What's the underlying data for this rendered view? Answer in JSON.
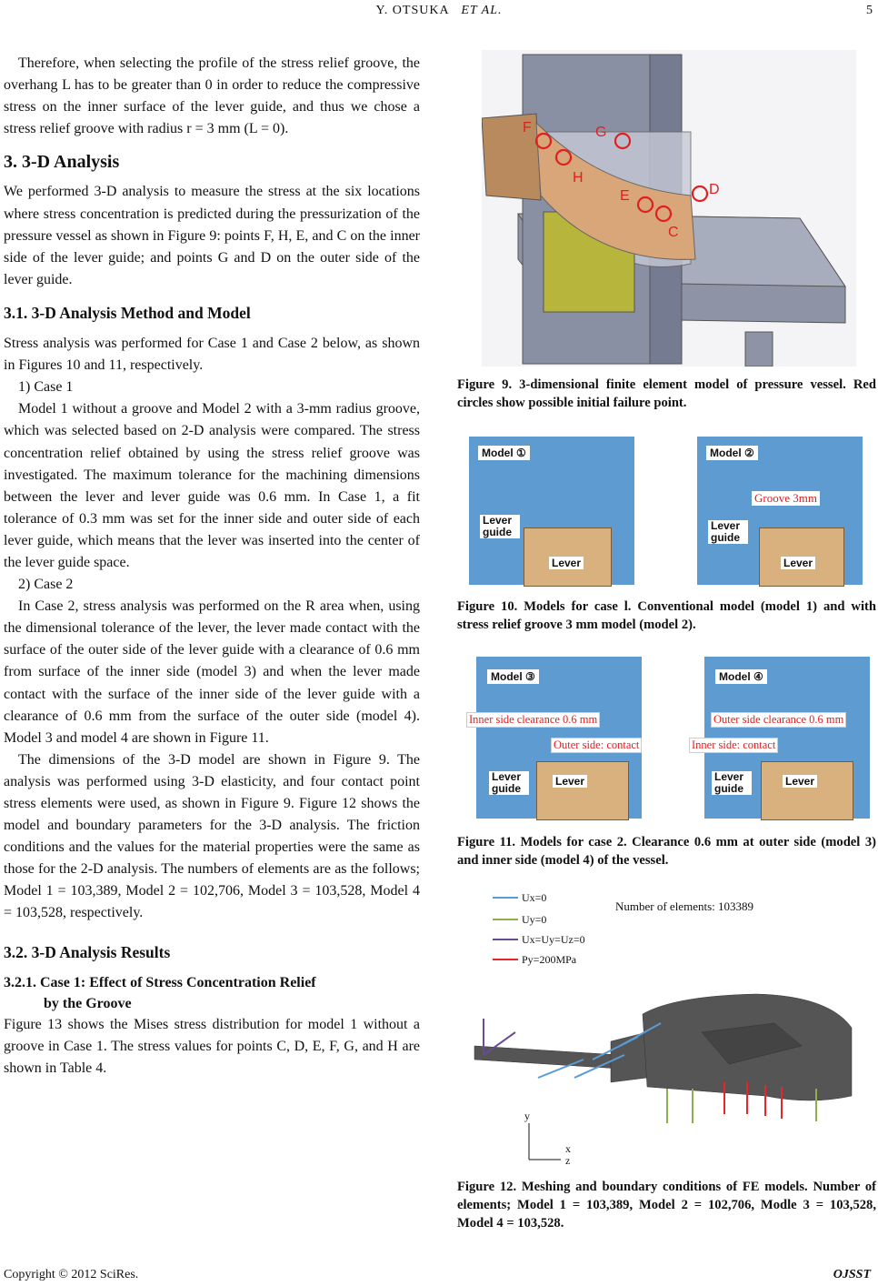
{
  "header": {
    "authors": "Y. OTSUKA",
    "etal": "ET AL.",
    "page": "5"
  },
  "left": {
    "p1": "Therefore, when selecting the profile of the stress relief groove, the overhang L has to be greater than 0 in order to reduce the compressive stress on the inner surface of the lever guide, and thus we chose a stress relief groove with radius r = 3 mm (L = 0).",
    "h_3d": "3. 3-D Analysis",
    "p2": "We performed 3-D analysis to measure the stress at the six locations where stress concentration is predicted during the pressurization of the pressure vessel as shown in Figure 9: points F, H, E, and C on the inner side of the lever guide; and points G and D on the outer side of the lever guide.",
    "h_31": "3.1. 3-D Analysis Method and Model",
    "p3": "Stress analysis was performed for Case 1 and Case 2 below, as shown in Figures 10 and 11, respectively.",
    "case1": "1) Case 1",
    "p4": "Model 1 without a groove and Model 2 with a 3-mm radius groove, which was selected based on 2-D analysis were compared. The stress concentration relief obtained by using the stress relief groove was investigated. The maximum tolerance for the machining dimensions between the lever and lever guide was 0.6 mm. In Case 1, a fit tolerance of 0.3 mm was set for the inner side and outer side of each lever guide, which means that the lever was inserted into the center of the lever guide space.",
    "case2": "2) Case 2",
    "p5": "In Case 2, stress analysis was performed on the R area when, using the dimensional tolerance of the lever, the lever made contact with the surface of the outer side of the lever guide with a clearance of 0.6 mm from surface of the inner side (model 3) and when the lever made contact with the surface of the inner side of the lever guide with a clearance of 0.6 mm from the surface of the outer side (model 4). Model 3 and model 4 are shown in Figure 11.",
    "p6": "The dimensions of the 3-D model are shown in Figure 9. The analysis was performed using 3-D elasticity, and four contact point stress elements were used, as shown in Figure 9. Figure 12 shows the model and boundary parameters for the 3-D analysis. The friction conditions and the values for the material properties were the same as those for the 2-D analysis. The numbers of elements are as the follows; Model 1 = 103,389, Model 2 = 102,706, Model 3 = 103,528, Model 4 = 103,528, respectively.",
    "h_32": "3.2. 3-D Analysis Results",
    "h_321a": "3.2.1. Case 1: Effect of Stress Concentration Relief",
    "h_321b": "by the Groove",
    "p7": "Figure 13 shows the Mises stress distribution for model 1 without a groove in Case 1. The stress values for points C, D, E, F, G, and H are shown in Table 4."
  },
  "fig9": {
    "caption": "Figure 9. 3-dimensional finite element model of pressure vessel. Red circles show possible initial failure point.",
    "points": [
      "F",
      "G",
      "H",
      "E",
      "D",
      "C"
    ]
  },
  "fig10": {
    "caption": "Figure 10. Models for case l. Conventional model (model 1) and with stress relief groove 3 mm model (model 2).",
    "model1": "Model ①",
    "model2": "Model ②",
    "groove": "Groove 3mm",
    "lever_guide": "Lever guide",
    "lever": "Lever"
  },
  "fig11": {
    "caption": "Figure 11. Models for case 2. Clearance 0.6 mm at outer side (model 3) and inner side (model 4) of the vessel.",
    "model3": "Model ③",
    "model4": "Model ④",
    "inner_clear": "Inner side clearance 0.6 mm",
    "outer_contact": "Outer side: contact",
    "outer_clear": "Outer side clearance 0.6 mm",
    "inner_contact": "Inner side: contact",
    "lever_guide": "Lever guide",
    "lever": "Lever"
  },
  "fig12": {
    "caption": "Figure 12. Meshing and boundary conditions of FE models. Number of elements; Model 1 = 103,389, Model 2 = 102,706, Modle 3 = 103,528, Model 4 = 103,528.",
    "legend": [
      "Ux=0",
      "Uy=0",
      "Ux=Uy=Uz=0",
      "Py=200MPa"
    ],
    "legend_colors": [
      "#5b9bd5",
      "#8db04a",
      "#6a4c93",
      "#e8262a"
    ],
    "elements": "Number of elements: 103389",
    "axes": [
      "y",
      "x",
      "z"
    ]
  },
  "footer": {
    "copyright": "Copyright © 2012 SciRes.",
    "journal": "OJSST"
  }
}
